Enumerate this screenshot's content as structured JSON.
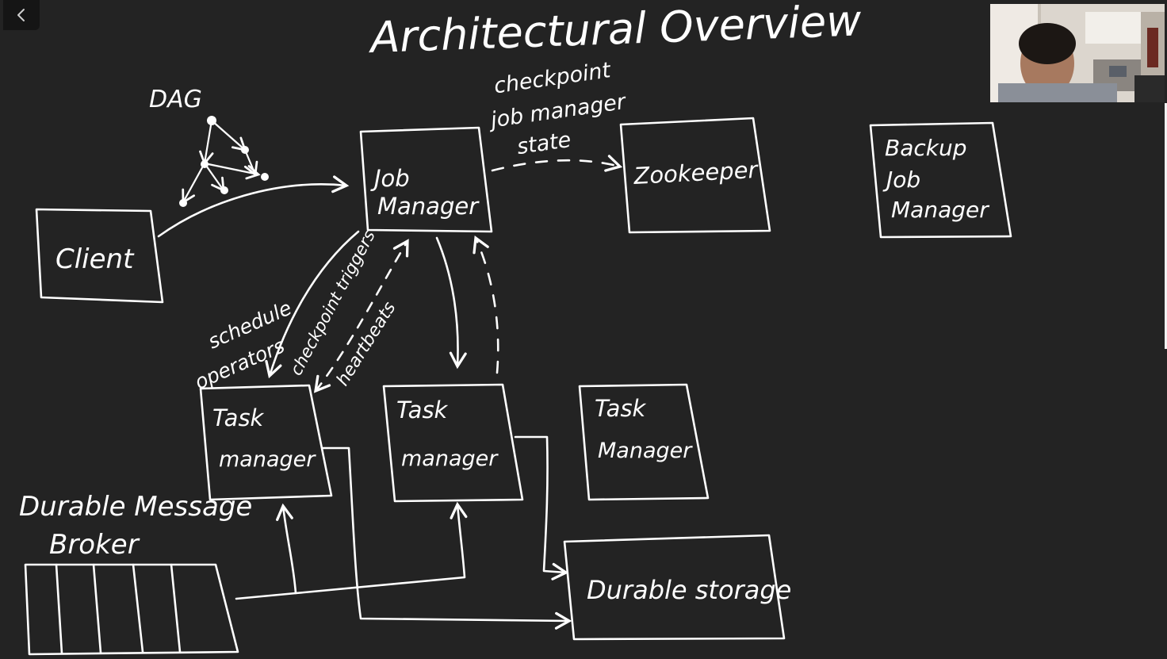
{
  "title": "Architectural Overview",
  "nodes": {
    "client": "Client",
    "job_manager": [
      "Job",
      "Manager"
    ],
    "zookeeper": "Zookeeper",
    "backup_job_manager": [
      "Backup",
      "Job",
      "Manager"
    ],
    "task_manager_1": [
      "Task",
      "manager"
    ],
    "task_manager_2": [
      "Task",
      "manager"
    ],
    "task_manager_3": [
      "Task",
      "Manager"
    ],
    "durable_storage": "Durable storage",
    "message_broker": [
      "Durable Message",
      "Broker"
    ]
  },
  "annotations": {
    "dag": "DAG",
    "checkpoint_state": [
      "checkpoint",
      "job manager",
      "state"
    ],
    "schedule_operators": [
      "schedule",
      "operators"
    ],
    "checkpoint_triggers": "checkpoint triggers",
    "heartbeats": "heartbeats"
  },
  "icons": {
    "back": "chevron-left-icon"
  }
}
